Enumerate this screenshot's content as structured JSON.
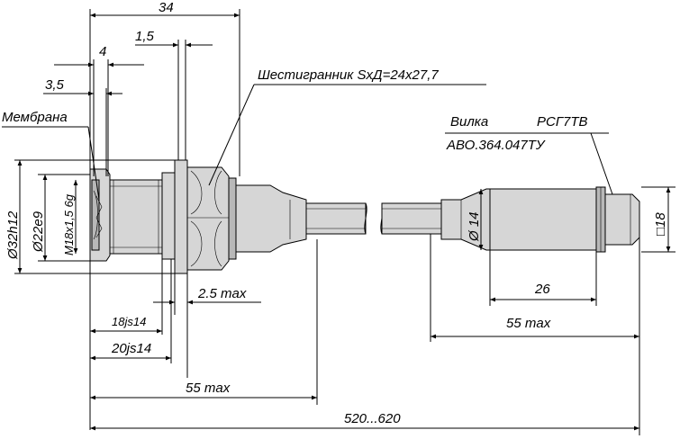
{
  "labels": {
    "dim_34": "34",
    "dim_4": "4",
    "dim_1_5": "1,5",
    "dim_3_5": "3,5",
    "membrane": "Мембрана",
    "hexagon": "Шестигранник SxД=24x27,7",
    "plug": "Вилка",
    "plug_type": "РСГ7ТВ",
    "plug_spec": "АВО.364.047ТУ",
    "dia_32": "Ø32h12",
    "dia_22": "Ø22e9",
    "thread": "M18x1,5 6g",
    "dim_2_5": "2.5 max",
    "dim_18js14": "18js14",
    "dim_20js14": "20js14",
    "dim_55_max_left": "55 max",
    "dia_14": "Ø 14",
    "dim_26": "26",
    "dim_55_max_right": "55 max",
    "square_18": "□18",
    "dim_520_620": "520...620"
  }
}
